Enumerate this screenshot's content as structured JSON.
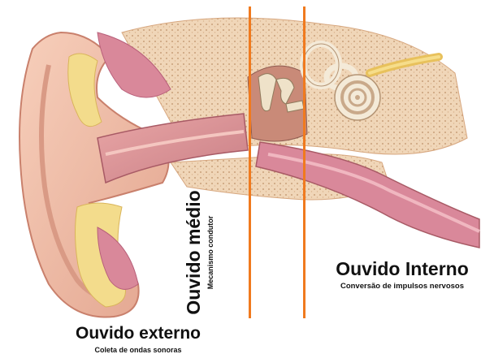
{
  "labels": {
    "outer_title": "Ouvido externo",
    "outer_subtitle": "Coleta de ondas sonoras",
    "middle_title": "Ouvido médio",
    "middle_subtitle": "Mecanismo condutor",
    "inner_title": "Ouvido Interno",
    "inner_subtitle": "Conversão de impulsos nervosos"
  },
  "colors": {
    "divider": "#f07a1e",
    "skin": "#f2c2ab",
    "bone": "#f0d6b8",
    "canal": "#c97f7b",
    "muscle": "#d9889a"
  }
}
